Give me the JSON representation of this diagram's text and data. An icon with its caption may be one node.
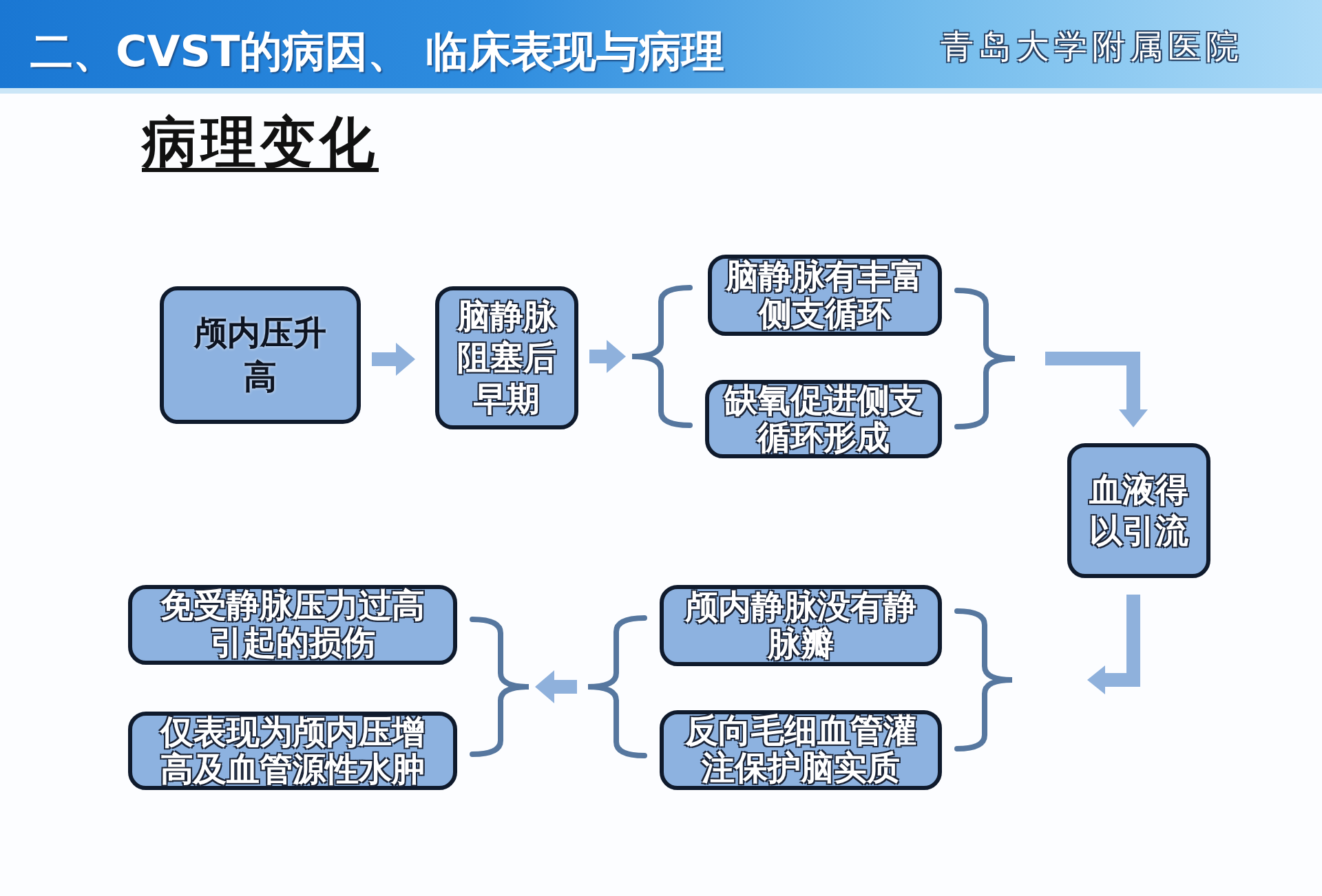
{
  "diagram": {
    "title": "二、CVST的病因、 临床表现与病理",
    "nodes": [
      {
        "text": [
          "颅内压升高"
        ]
      },
      {
        "text": [
          "脑静脉阻塞后早期"
        ]
      },
      {
        "text": [],
        "shape": "brace"
      },
      {
        "text": [
          "脑静脉有丰富侧支循环"
        ]
      },
      {
        "text": [
          "缺氧促进侧支循环形成"
        ]
      },
      {
        "text": [],
        "shape": "brace"
      },
      {
        "text": [
          "血液得以引流"
        ]
      },
      {
        "text": [],
        "shape": "brace"
      },
      {
        "text": [
          "颅内静脉没有静脉瓣"
        ]
      },
      {
        "text": [
          "反向毛细血管灌注保护脑实质"
        ]
      },
      {
        "text": [],
        "shape": "brace"
      },
      {
        "text": [],
        "shape": "brace"
      },
      {
        "text": [
          "免受静脉压力过高引起的损伤"
        ]
      },
      {
        "text": [
          "仅表现为颅内压增高及血管源性水肿"
        ]
      }
    ],
    "edges": [
      {
        "from": 0,
        "to": 1,
        "arrow": "to"
      },
      {
        "from": 1,
        "to": 2,
        "arrow": "to"
      },
      {
        "from": 5,
        "to": 6,
        "arrow": "to"
      },
      {
        "from": 6,
        "to": 7,
        "arrow": "to"
      },
      {
        "from": 10,
        "to": 11,
        "arrow": "to"
      }
    ],
    "labels": [
      "青岛大学附属医院",
      "病理变化"
    ]
  }
}
